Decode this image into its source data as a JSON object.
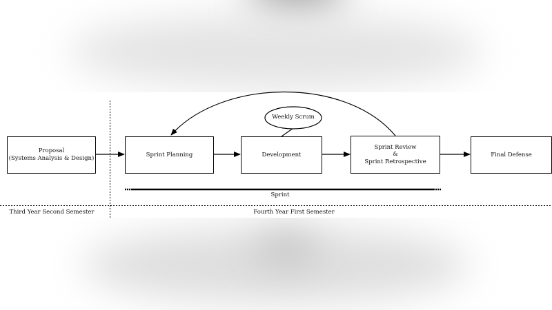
{
  "nodes": {
    "proposal": "Proposal\n(Systems Analysis & Design)",
    "sprint_planning": "Sprint Planning",
    "development": "Development",
    "sprint_review": "Sprint Review\n&\nSprint Retrospective",
    "final_defense": "Final Defense",
    "weekly_scrum": "Weekly Scrum"
  },
  "sprint_label": "Sprint",
  "phases": {
    "left": "Third Year Second Semester",
    "right": "Fourth Year First Semester"
  }
}
